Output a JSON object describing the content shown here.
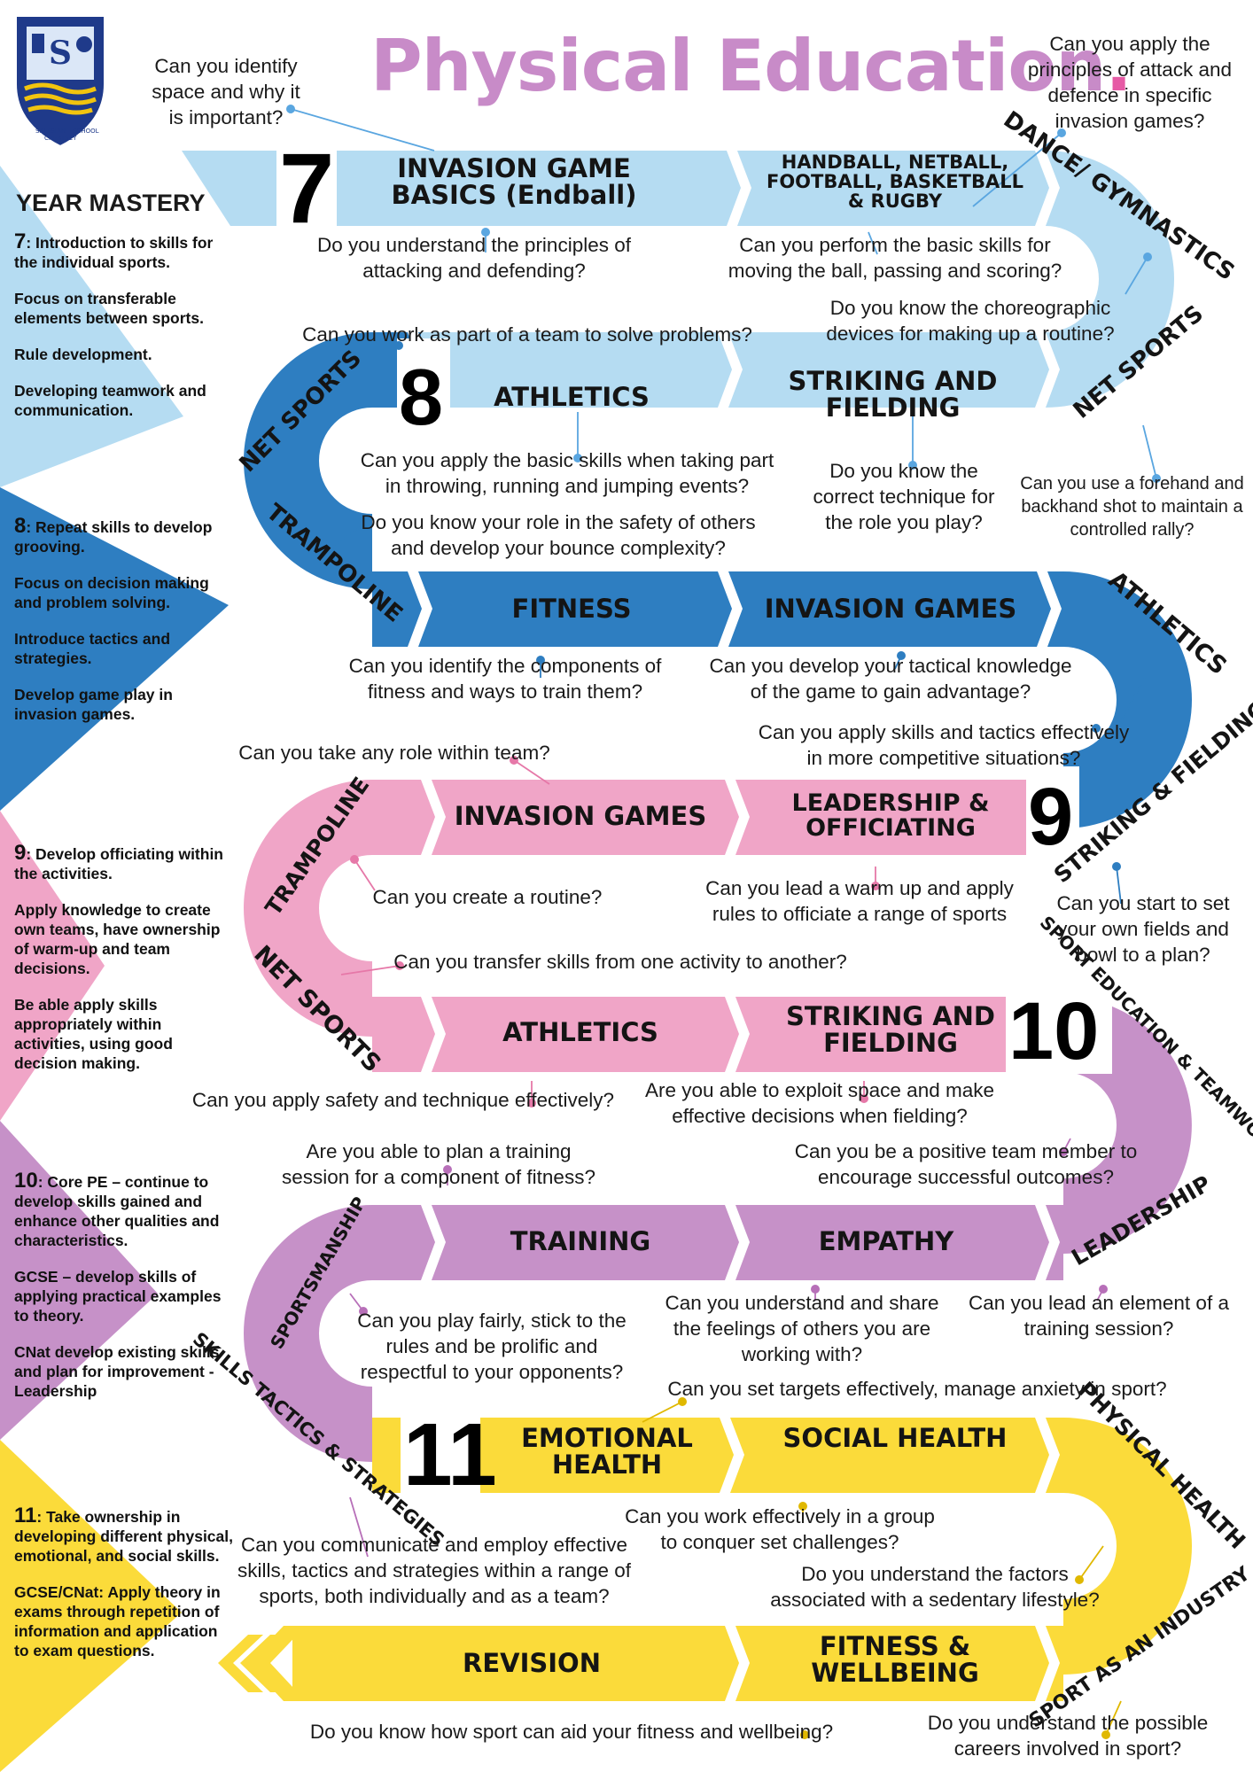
{
  "title": "Physical Education",
  "title_dot": ".",
  "logo": {
    "text_top": "SALESIAN",
    "text_right": "SCHOOL",
    "text_bottom": "CHERTSEY"
  },
  "colors": {
    "y7": "#b5dcf2",
    "y8": "#2e7ec1",
    "y9": "#f0a5c7",
    "y10": "#c691c8",
    "y11": "#fbdb3a",
    "title": "#c88bc8"
  },
  "sidebar": {
    "heading": "YEAR MASTERY",
    "y7": {
      "num": "7",
      "items": [
        ": Introduction to skills for the individual sports.",
        "Focus on transferable elements between sports.",
        "Rule development.",
        "Developing teamwork and communication."
      ]
    },
    "y8": {
      "num": "8",
      "items": [
        ": Repeat skills to develop grooving.",
        "Focus on decision making and problem solving.",
        "Introduce tactics and strategies.",
        "Develop game play in invasion games."
      ]
    },
    "y9": {
      "num": "9",
      "items": [
        ": Develop officiating within the activities.",
        "Apply knowledge to create own teams, have ownership of warm-up and team decisions.",
        "Be able apply skills appropriately within activities, using good decision making."
      ]
    },
    "y10": {
      "num": "10",
      "items": [
        ": Core PE – continue to develop skills gained and enhance other qualities and characteristics.",
        "GCSE – develop skills of applying practical examples to theory.",
        "CNat develop existing skills and plan for improvement - Leadership"
      ]
    },
    "y11": {
      "num": "11",
      "items": [
        ": Take ownership in developing different physical, emotional, and social skills.",
        "GCSE/CNat: Apply theory in exams through repetition of information and application to exam questions."
      ]
    }
  },
  "years": [
    "7",
    "8",
    "9",
    "10",
    "11"
  ],
  "segments": {
    "invasion_basics": "INVASION GAME BASICS (Endball)",
    "handball": "HANDBALL, NETBALL, FOOTBALL, BASKETBALL & RUGBY",
    "dance": "DANCE/ GYMNASTICS",
    "net_sports_7": "NET SPORTS",
    "striking_8": "STRIKING AND FIELDING",
    "athletics_8": "ATHLETICS",
    "net_sports_8": "NET SPORTS",
    "trampoline_8": "TRAMPOLINE",
    "fitness_8": "FITNESS",
    "invasion_8": "INVASION GAMES",
    "athletics_8b": "ATHLETICS",
    "striking_9": "STRIKING & FIELDING",
    "leadership_9": "LEADERSHIP & OFFICIATING",
    "invasion_9": "INVASION GAMES",
    "trampoline_9": "TRAMPOLINE",
    "net_sports_9": "NET SPORTS",
    "athletics_9": "ATHLETICS",
    "striking_9b": "STRIKING AND FIELDING",
    "sport_edu": "SPORT EDUCATION & TEAMWORK",
    "leadership_10": "LEADERSHIP",
    "empathy": "EMPATHY",
    "training": "TRAINING",
    "sportsmanship": "SPORTSMANSHIP",
    "skills_tactics": "SKILLS TACTICS & STRATEGIES",
    "emotional": "EMOTIONAL HEALTH",
    "social": "SOCIAL HEALTH",
    "physical": "PHYSICAL HEALTH",
    "industry": "SPORT AS AN INDUSTRY",
    "fitness_wellbeing": "FITNESS & WELLBEING",
    "revision": "REVISION"
  },
  "questions": {
    "q1": "Can you identify space and why it is important?",
    "q2": "Can you apply the principles of attack and defence in specific invasion games?",
    "q3": "Do you understand the principles of attacking and defending?",
    "q4": "Can you perform the basic skills for moving the ball, passing and scoring?",
    "q5": "Do you know the choreographic devices for making up a routine?",
    "q6": "Can you work as part of a team to solve problems?",
    "q7": "Can you apply the basic skills when taking part in throwing, running and jumping events?",
    "q8": "Do you know the correct technique for the role you play?",
    "q9": "Can you use a forehand and backhand shot to maintain a controlled rally?",
    "q10": "Do you know your role in the safety of others and develop your bounce complexity?",
    "q11": "Can you identify the components of fitness and ways to train them?",
    "q12": "Can you develop your tactical knowledge of the game to gain advantage?",
    "q13": "Can you apply skills and tactics effectively in more competitive situations?",
    "q14": "Can you take any role within team?",
    "q15": "Can you create a routine?",
    "q16": "Can you lead a warm up and apply rules to officiate a range of sports",
    "q17": "Can you start to set your own fields and bowl to a plan?",
    "q18": "Can you transfer skills from one activity to another?",
    "q19": "Can you apply safety and technique effectively?",
    "q20": "Are you able to exploit space and make effective decisions when fielding?",
    "q21": "Are you able to plan a training session for a component of fitness?",
    "q22": "Can you be a positive team member to encourage successful outcomes?",
    "q23": "Can you play fairly, stick to the rules and be prolific and respectful to your opponents?",
    "q24": "Can you understand and share the feelings of others you are working with?",
    "q25": "Can you lead an element of a training session?",
    "q26": "Can you set targets effectively, manage anxiety in sport?",
    "q27": "Can you work effectively in a group to conquer set challenges?",
    "q28": "Can you communicate and employ effective skills, tactics and strategies within a range of sports, both individually and as a team?",
    "q29": "Do you understand the factors associated with a sedentary lifestyle?",
    "q30": "Do you know how sport can aid your fitness and wellbeing?",
    "q31": "Do you understand the possible careers involved in sport?"
  }
}
